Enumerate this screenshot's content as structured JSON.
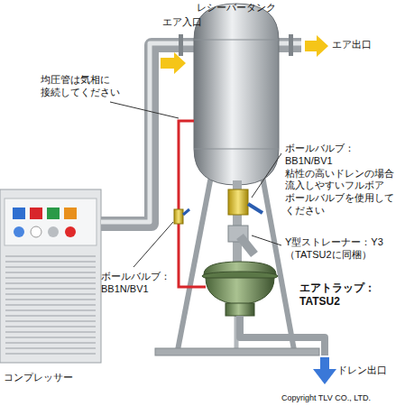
{
  "diagram": {
    "labels": [
      "レシーバータンク",
      "エア入口",
      "エア出口",
      "均圧管は気相に 接続してください",
      "ボールバルブ： BB1N/BV1 粘性の高いドレンの場合 流入しやすいフルボア ボールバルブを使用して ください",
      "Y型ストレーナー：Y3 （TATSU2に同梱）",
      "エアトラップ： TATSU2",
      "ボールバルブ： BB1N/BV1",
      "コンプレッサー",
      "ドレン出口",
      "Copyright TLV CO., LTD."
    ]
  }
}
